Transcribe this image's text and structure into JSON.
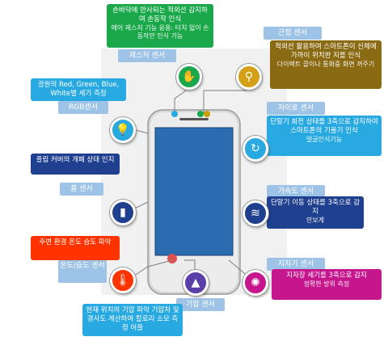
{
  "gesture": {
    "desc": "손바닥에 반사되는 적외선 감지하여 손동작 인식",
    "sub": "에어 제스처 기능 응용: 터치 없이 손동작만 인식 가능",
    "label": "제스처 센서",
    "color": "#1ba84a",
    "icon": "hand-icon"
  },
  "proximity": {
    "label": "근접 센서",
    "desc": "적외선 활용하여 스마트폰이 신체에 가까이 위치한 지를 인식",
    "sub": "다이렉트 콜이나 통화중 화면 꺼주기",
    "color": "#8a6b14",
    "icon": "magnifier-icon"
  },
  "rgb": {
    "desc": "광원의 Red, Green, Blue, White별 세기 측정",
    "label": "RGB센서",
    "color": "#29a9e1",
    "icon": "bulb-icon"
  },
  "gyro": {
    "label": "자이로 센서",
    "desc": "단말기 회전 상태를 3축으로 감지하여 스마트폰의 기울기 인식",
    "sub": "얼굴인식기능",
    "color": "#29a9e1",
    "icon": "rotation-icon"
  },
  "hall": {
    "desc": "플립 커버의 개폐 상태 인지",
    "label": "홈 센서",
    "color": "#1f3f8f",
    "icon": "magnet-icon"
  },
  "accel": {
    "label": "가속도 센서",
    "desc": "단말기 이동 상태를 3축으로 감지",
    "sub": "만보계",
    "color": "#1f3f8f",
    "icon": "motion-icon"
  },
  "temp": {
    "desc": "주변 환경 온도 습도 파악",
    "label": "온도/습도 센서",
    "color": "#ff3300",
    "icon": "thermometer-icon"
  },
  "geomag": {
    "label": "지자기 센서",
    "desc": "지자장 세기를 3축으로 감지",
    "sub": "정확한 방위 측정",
    "color": "#c6168d",
    "icon": "compass-icon"
  },
  "baro": {
    "label": "기압 센서",
    "desc": "현재 위치의 기압 파악 기압차 및 경사도 계산하여 칼로리 소모 측정 어플",
    "color": "#29a9e1",
    "icon": "mountain-icon"
  }
}
